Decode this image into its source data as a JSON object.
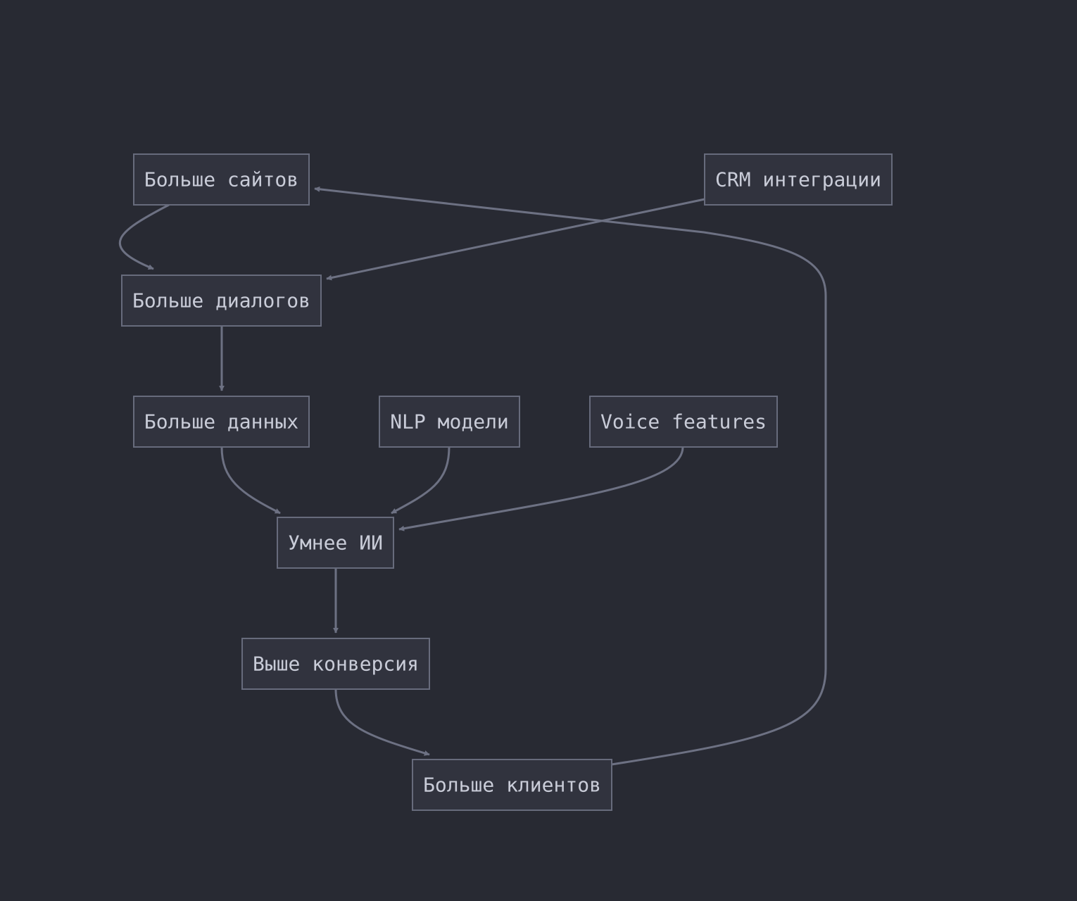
{
  "diagram": {
    "nodes": {
      "sites": "Больше сайтов",
      "crm": "CRM интеграции",
      "dialogs": "Больше диалогов",
      "data": "Больше данных",
      "nlp": "NLP модели",
      "voice": "Voice features",
      "ai": "Умнее ИИ",
      "conversion": "Выше конверсия",
      "clients": "Больше клиентов"
    },
    "edges": [
      {
        "from": "sites",
        "to": "dialogs"
      },
      {
        "from": "crm",
        "to": "dialogs"
      },
      {
        "from": "dialogs",
        "to": "data"
      },
      {
        "from": "data",
        "to": "ai"
      },
      {
        "from": "nlp",
        "to": "ai"
      },
      {
        "from": "voice",
        "to": "ai"
      },
      {
        "from": "ai",
        "to": "conversion"
      },
      {
        "from": "conversion",
        "to": "clients"
      },
      {
        "from": "clients",
        "to": "sites"
      }
    ],
    "colors": {
      "background": "#282a33",
      "node_fill": "#31333e",
      "node_stroke": "#676b7c",
      "edge": "#6d7183",
      "text": "#c9ccd8"
    }
  }
}
